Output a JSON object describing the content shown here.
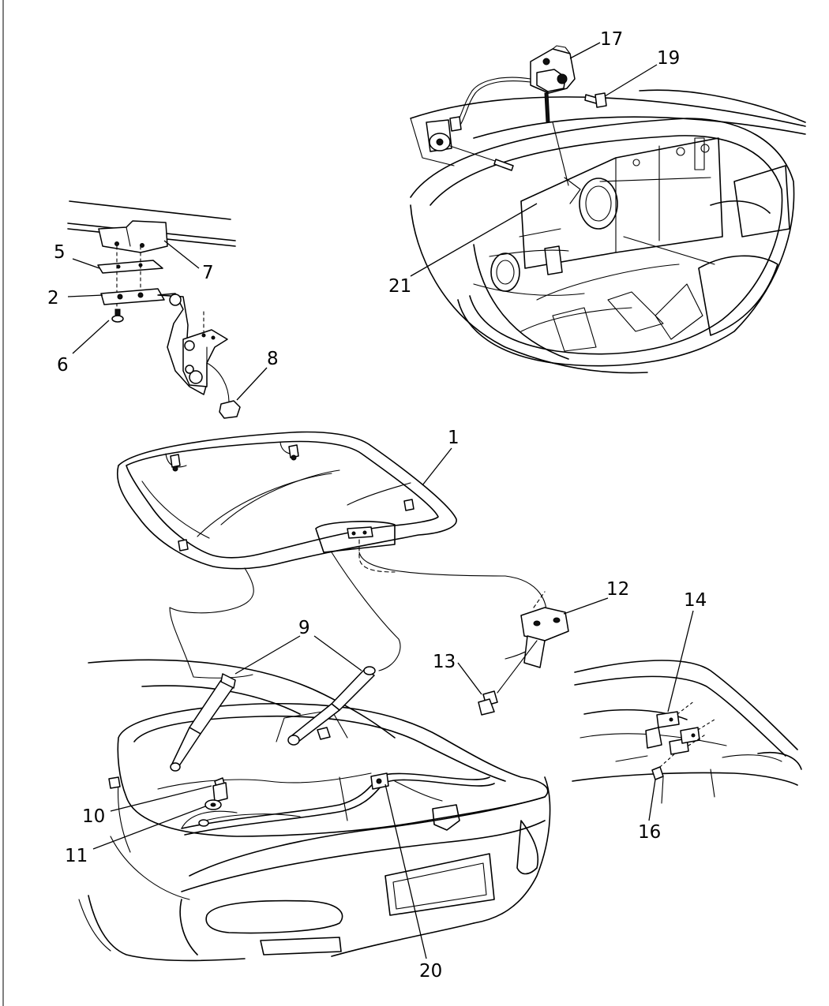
{
  "callouts": [
    {
      "id": "c1",
      "label": "1"
    },
    {
      "id": "c2",
      "label": "2"
    },
    {
      "id": "c5",
      "label": "5"
    },
    {
      "id": "c6",
      "label": "6"
    },
    {
      "id": "c7",
      "label": "7"
    },
    {
      "id": "c8",
      "label": "8"
    },
    {
      "id": "c9",
      "label": "9"
    },
    {
      "id": "c10",
      "label": "10"
    },
    {
      "id": "c11",
      "label": "11"
    },
    {
      "id": "c12",
      "label": "12"
    },
    {
      "id": "c13",
      "label": "13"
    },
    {
      "id": "c14",
      "label": "14"
    },
    {
      "id": "c16",
      "label": "16"
    },
    {
      "id": "c17",
      "label": "17"
    },
    {
      "id": "c19",
      "label": "19"
    },
    {
      "id": "c20",
      "label": "20"
    },
    {
      "id": "c21",
      "label": "21"
    }
  ]
}
